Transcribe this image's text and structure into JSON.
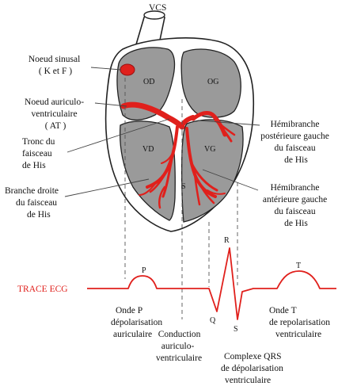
{
  "colors": {
    "conduction_red": "#e0201c",
    "chamber_gray": "#9a9a9a",
    "outline": "#222222",
    "leader": "#444444"
  },
  "labels": {
    "vcs": "VCS",
    "od": "OD",
    "og": "OG",
    "vd": "VD",
    "vg": "VG",
    "s": "S",
    "noeud_sinusal": [
      "Noeud sinusal",
      "( K et F )"
    ],
    "noeud_av": [
      "Noeud auriculo-",
      "ventriculaire",
      "( AT )"
    ],
    "tronc_his": [
      "Tronc du",
      "faisceau",
      "de His"
    ],
    "branche_droite": [
      "Branche droite",
      "du faisceau",
      "de His"
    ],
    "hemi_posterieure": [
      "Hémibranche",
      "postérieure gauche",
      "du faisceau",
      "de His"
    ],
    "hemi_anterieure": [
      "Hémibranche",
      "antérieure gauche",
      "du faisceau",
      "de His"
    ],
    "trace_ecg": "TRACE ECG",
    "wave_p": "P",
    "wave_q": "Q",
    "wave_r": "R",
    "wave_s": "S",
    "wave_t": "T",
    "onde_p": [
      "Onde P",
      "dépolarisation",
      "auriculaire"
    ],
    "conduction_av": [
      "Conduction",
      "auriculo-",
      "ventriculaire"
    ],
    "complexe_qrs": [
      "Complexe QRS",
      "de dépolarisation",
      "ventriculaire"
    ],
    "onde_t": [
      "Onde T",
      "de repolarisation",
      "ventriculaire"
    ]
  }
}
